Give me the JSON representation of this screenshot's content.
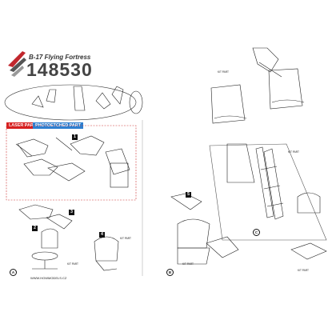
{
  "header": {
    "kit_title": "B-17 Flying Fortress",
    "kit_number": "148530",
    "logo_icon": "hgw-wing-logo"
  },
  "legend": {
    "laser_label": "LASER PART",
    "photoetched_label": "PHOTOETCHED PART",
    "laser_color": "#d71f1f",
    "photoetched_color": "#2e7fd0"
  },
  "part_notes": {
    "kit_part": "KIT PART"
  },
  "steps": [
    "1",
    "2",
    "3",
    "4",
    "5"
  ],
  "callouts": [
    "A",
    "B",
    "C"
  ],
  "footer": {
    "website": "WWW.HGWMODELS.CZ"
  }
}
